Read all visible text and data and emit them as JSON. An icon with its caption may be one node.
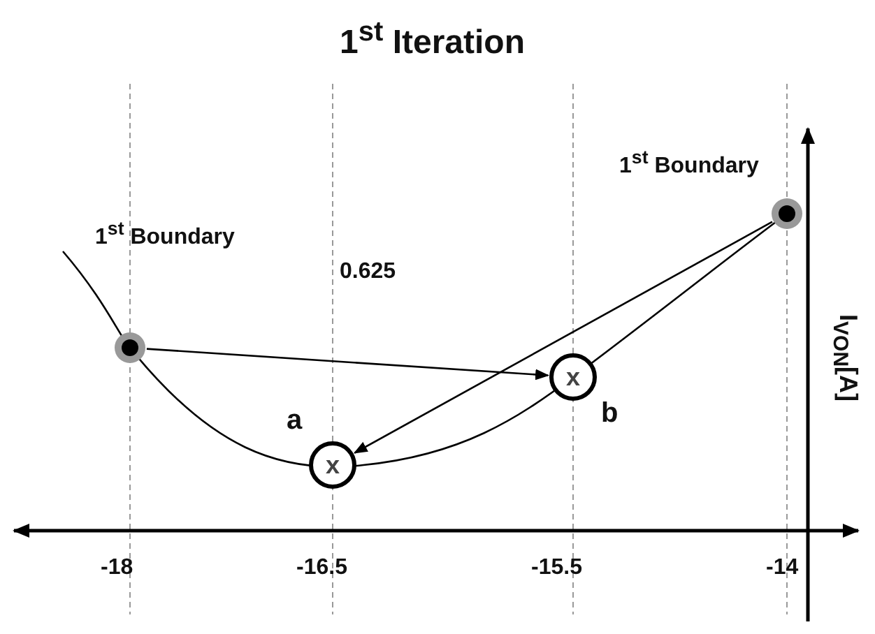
{
  "diagram": {
    "title": "1$^{st}$  Iteration",
    "nodes": [
      {
        "text": [],
        "shape": "circle",
        "beside": [
          "1$^{st}$ Boundary"
        ]
      },
      {
        "text": [],
        "shape": "circle",
        "beside": [
          "1$^{st}$ Boundary"
        ]
      },
      {
        "text": [
          "x"
        ],
        "beside": [
          "a"
        ]
      },
      {
        "text": [
          "x"
        ],
        "beside": [
          "b"
        ]
      }
    ],
    "edges": [
      {
        "from": 0,
        "to": 3,
        "arrow": "to",
        "label": "0.625"
      },
      {
        "from": 1,
        "to": 2,
        "arrow": "to"
      }
    ],
    "labels": [
      "-18",
      "-16.5",
      "-15.5",
      "-14",
      "I$_{VON}$[A]"
    ]
  }
}
